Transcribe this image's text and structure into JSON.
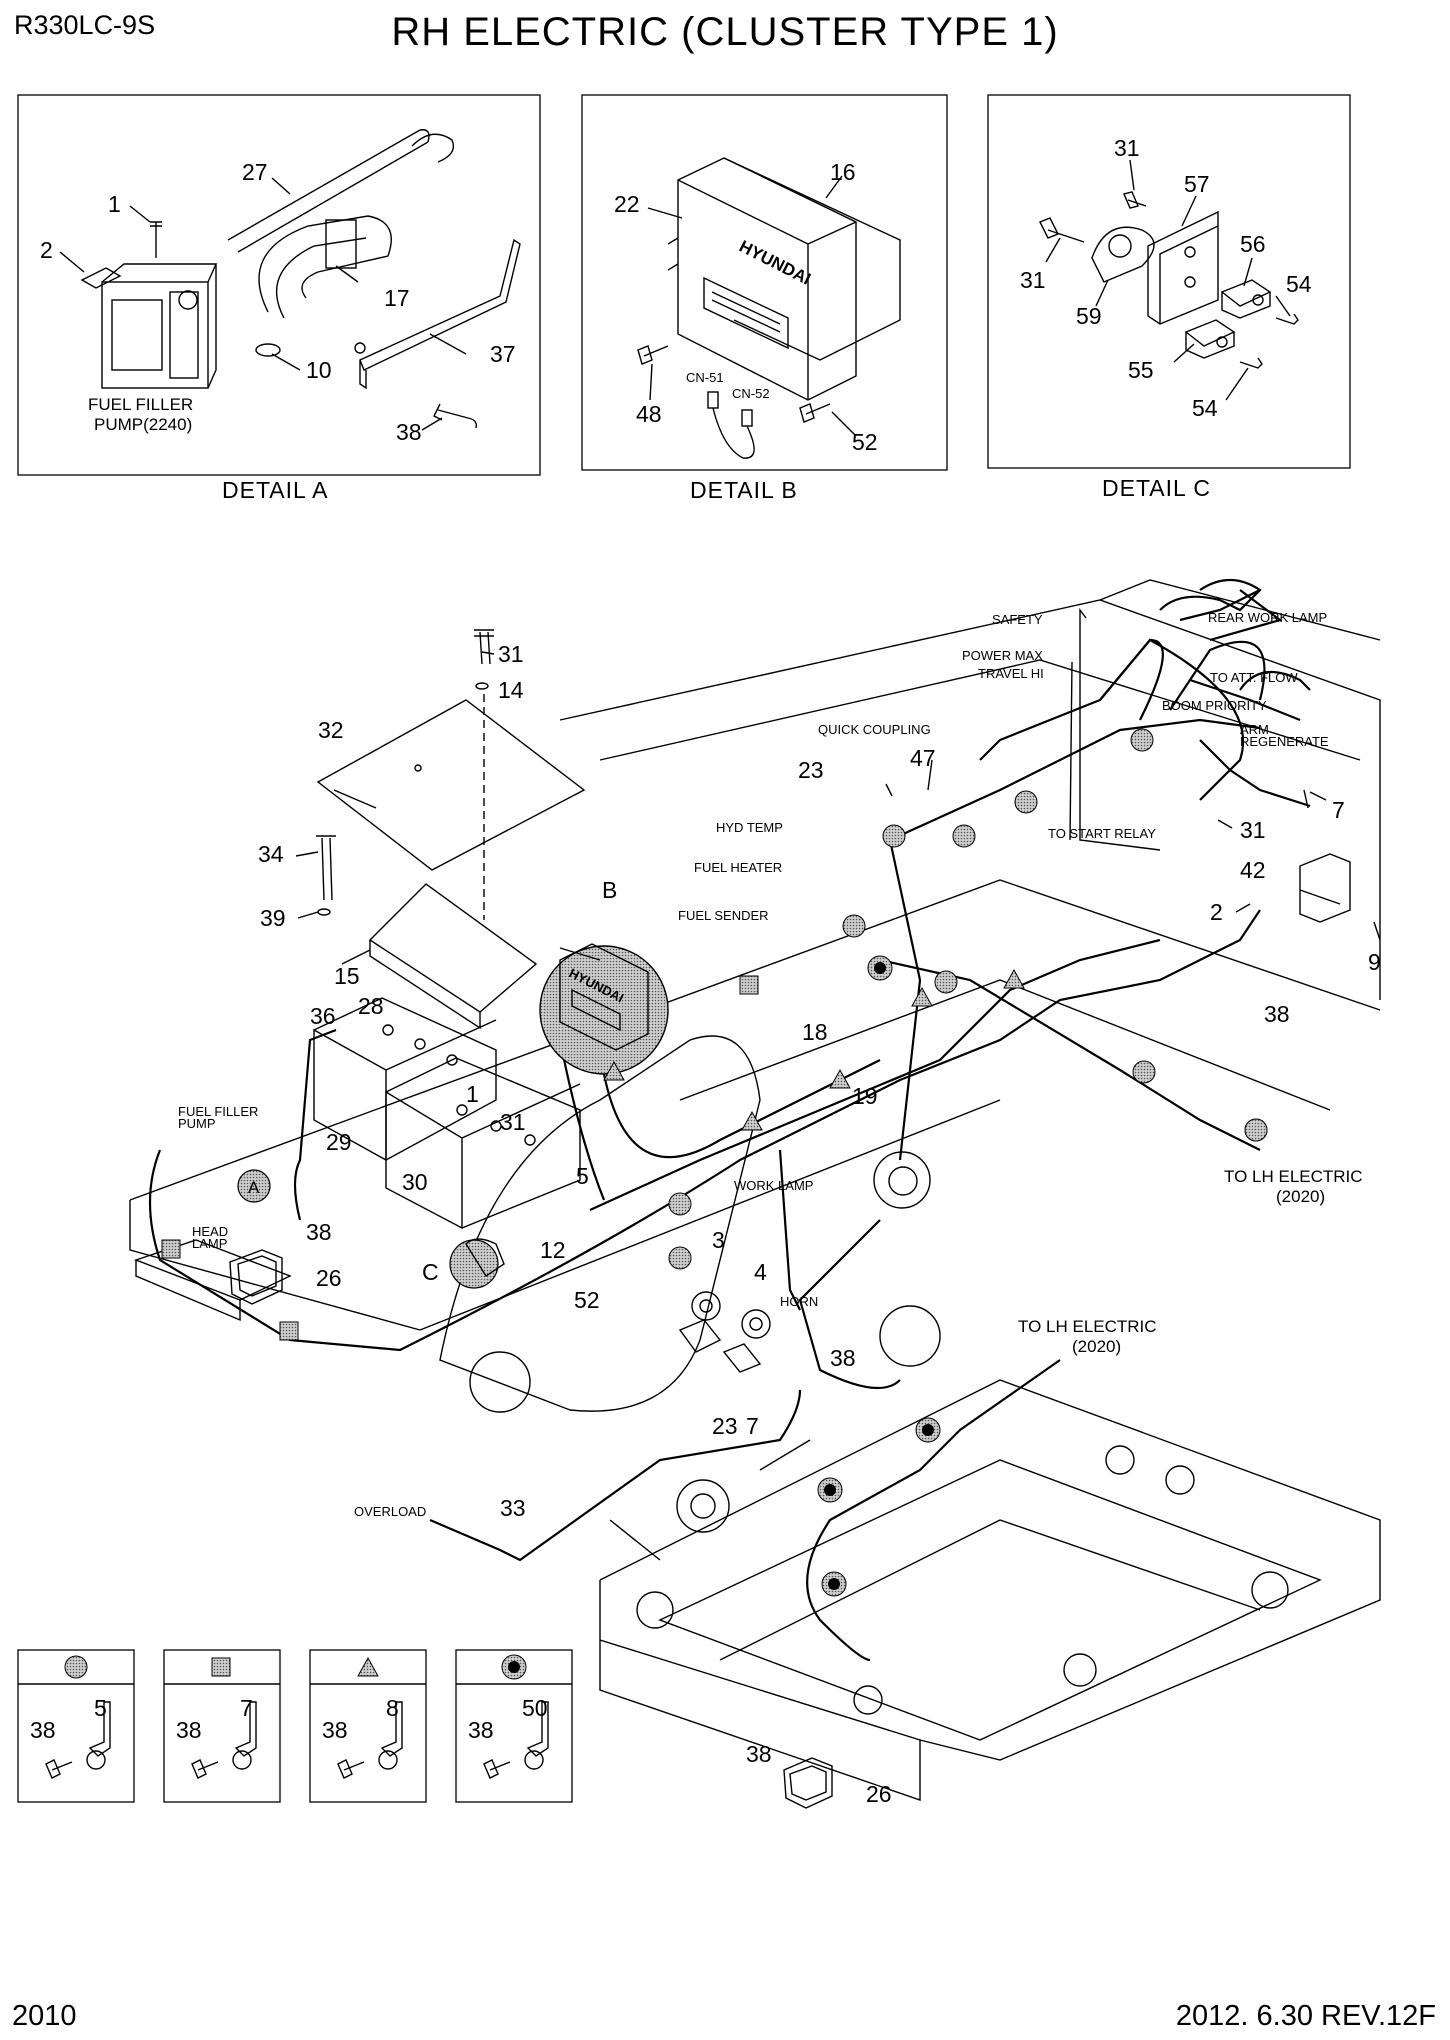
{
  "header": {
    "model": "R330LC-9S",
    "title": "RH ELECTRIC (CLUSTER TYPE 1)"
  },
  "footer": {
    "page": "2010",
    "revision": "2012. 6.30  REV.12F"
  },
  "details": {
    "a": {
      "caption": "DETAIL  A",
      "part_label_line1": "FUEL FILLER",
      "part_label_line2": "PUMP(2240)",
      "callouts": [
        "27",
        "1",
        "2",
        "17",
        "10",
        "37",
        "38"
      ]
    },
    "b": {
      "caption": "DETAIL  B",
      "brand": "HYUNDAI",
      "connector_1": "CN-51",
      "connector_2": "CN-52",
      "callouts": [
        "22",
        "16",
        "48",
        "52"
      ]
    },
    "c": {
      "caption": "DETAIL  C",
      "callouts": [
        "31",
        "57",
        "31",
        "56",
        "54",
        "59",
        "55",
        "54"
      ]
    }
  },
  "main": {
    "brand": "HYUNDAI",
    "detail_refs": [
      "A",
      "B",
      "C"
    ],
    "labels": {
      "safety": "SAFETY",
      "rear_work_lamp": "REAR WORK LAMP",
      "power_max": "POWER MAX",
      "travel_hi": "TRAVEL HI",
      "to_att_flow": "TO ATT. FLOW",
      "boom_priority": "BOOM PRIORITY",
      "arm": "ARM",
      "regenerate": "REGENERATE",
      "quick_coupling": "QUICK COUPLING",
      "hyd_temp": "HYD TEMP",
      "fuel_heater": "FUEL HEATER",
      "fuel_sender": "FUEL SENDER",
      "to_start_relay": "TO START RELAY",
      "fuel_filler_pump_line1": "FUEL FILLER",
      "fuel_filler_pump_line2": "PUMP",
      "head_lamp_line1": "HEAD",
      "head_lamp_line2": "LAMP",
      "work_lamp": "WORK LAMP",
      "horn": "HORN",
      "to_lh_electric_1": "TO LH ELECTRIC",
      "to_lh_electric_1_ref": "(2020)",
      "to_lh_electric_2": "TO LH ELECTRIC",
      "to_lh_electric_2_ref": "(2020)",
      "overload": "OVERLOAD"
    },
    "callouts": [
      "31",
      "14",
      "32",
      "34",
      "39",
      "15",
      "36",
      "28",
      "1",
      "31",
      "29",
      "30",
      "38",
      "26",
      "5",
      "12",
      "52",
      "3",
      "4",
      "23",
      "7",
      "38",
      "33",
      "18",
      "19",
      "23",
      "47",
      "2",
      "42",
      "9",
      "38",
      "7",
      "31",
      "38",
      "26"
    ]
  },
  "legend": [
    {
      "symbol": "dotted-circle",
      "bolt": "38",
      "clip": "5"
    },
    {
      "symbol": "dotted-square",
      "bolt": "38",
      "clip": "7"
    },
    {
      "symbol": "dotted-triangle",
      "bolt": "38",
      "clip": "8"
    },
    {
      "symbol": "black-dot-circle",
      "bolt": "38",
      "clip": "50"
    }
  ]
}
